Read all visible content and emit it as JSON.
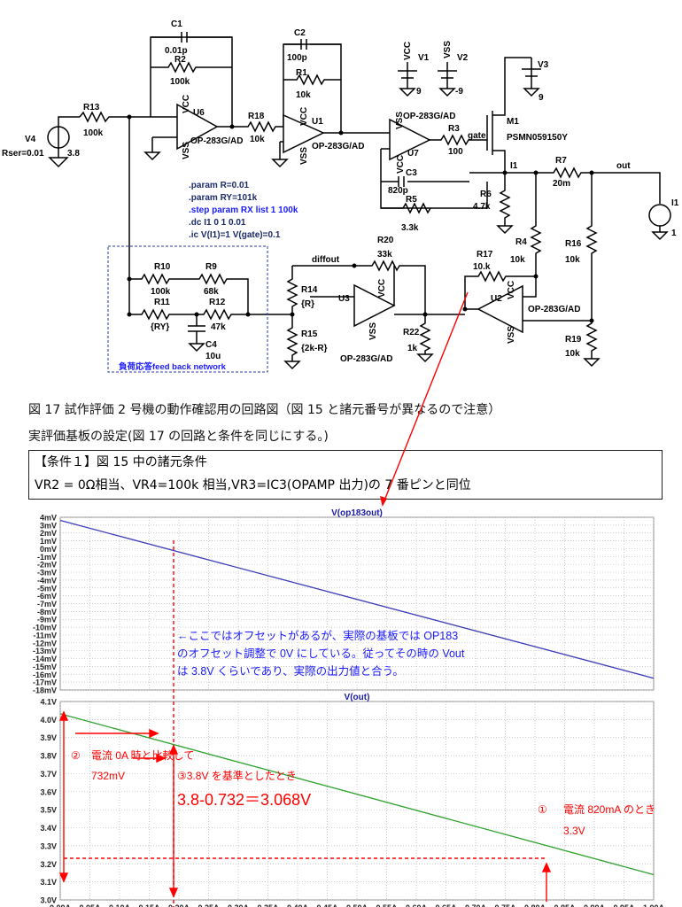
{
  "schematic": {
    "components": {
      "c1_name": "C1",
      "c1_val": "0.01p",
      "r2_name": "R2",
      "r2_val": "100k",
      "c2_name": "C2",
      "c2_val": "100p",
      "r1_name": "R1",
      "r1_val": "10k",
      "r13_name": "R13",
      "r13_val": "100k",
      "v4_name": "V4",
      "v4_ser": "Rser=0.01",
      "v4_val": "3.8",
      "u6_name": "U6",
      "u6_model": "OP-283G/AD",
      "r18_name": "R18",
      "r18_val": "10k",
      "u1_name": "U1",
      "u1_model": "OP-283G/AD",
      "v1_name": "V1",
      "v1_val": "9",
      "v2_name": "V2",
      "v2_val": "-9",
      "v3_name": "V3",
      "v3_val": "9",
      "u7_model_top": "OP-283G/AD",
      "u7_name": "U7",
      "r3_name": "R3",
      "r3_val": "100",
      "m1_name": "M1",
      "m1_model": "PSMN059150Y",
      "gate": "gate",
      "c3_name": "C3",
      "c3_val": "820p",
      "r5_name": "R5",
      "r5_val": "3.3k",
      "i1_net": "I1",
      "r7_name": "R7",
      "r7_val": "20m",
      "out_net": "out",
      "i1_src_name": "I1",
      "i1_src_val": "1",
      "r6_name": "R6",
      "r6_val": "4.7k",
      "r4_name": "R4",
      "r4_val": "10k",
      "r16_name": "R16",
      "r16_val": "10k",
      "r19_name": "R19",
      "r19_val": "10k",
      "r20_name": "R20",
      "r20_val": "33k",
      "diffout": "diffout",
      "r17_name": "R17",
      "r17_val": "10.k",
      "r14_name": "R14",
      "r14_val": "{R}",
      "r15_name": "R15",
      "r15_val": "{2k-R}",
      "u3_name": "U3",
      "u3_model": "OP-283G/AD",
      "u2_name": "U2",
      "u2_model": "OP-283G/AD",
      "r22_name": "R22",
      "r22_val": "1k",
      "r10_name": "R10",
      "r10_val": "100k",
      "r9_name": "R9",
      "r9_val": "68k",
      "r11_name": "R11",
      "r11_val": "{RY}",
      "r12_name": "R12",
      "r12_val": "47k",
      "c4_name": "C4",
      "c4_val": "10u",
      "vcc": "VCC",
      "vss": "VSS"
    },
    "directives": [
      ".param R=0.01",
      ".param RY=101k",
      ".step param RX list 1  100k",
      ".dc I1 0 1 0.01",
      ".ic V(I1)=1 V(gate)=0.1"
    ],
    "network_label": "負荷応答feed back network"
  },
  "caption": {
    "figure": "図 17 試作評価 2 号機の動作確認用の回路図（図 15 と諸元番号が異なるので注意）",
    "setting": "実評価基板の設定(図 17 の回路と条件を同じにする。)",
    "cond_title": "【条件１】図 15 中の諸元条件",
    "cond_body": "VR2 = 0Ω相当、VR4=100k 相当,VR3=IC3(OPAMP 出力)の 7 番ピンと同位"
  },
  "annotations": {
    "offset_note": [
      "←ここではオフセットがあるが、実際の基板では OP183",
      "のオフセット調整で 0V にしている。従ってその時の Vout",
      "は 3.8V くらいであり、実際の出力値と合う。"
    ],
    "note1_num": "①",
    "note1_text": "電流 820mA のとき",
    "note1_val": "3.3V",
    "note2_num": "②",
    "note2_text": "電流 0A 時と比較して",
    "note2_val": "732mV",
    "note3_text": "③3.8V を基準としたとき",
    "formula": "3.8-0.732＝3.068V"
  },
  "chart_data": [
    {
      "type": "line",
      "title": "V(op183out)",
      "series": [
        {
          "name": "V(op183out)",
          "color": "#3b3bb8",
          "points": [
            [
              0,
              3.6
            ],
            [
              1,
              -16.5
            ]
          ]
        }
      ],
      "ylim": [
        -18,
        4
      ],
      "yticks": [
        4,
        3,
        2,
        1,
        0,
        -1,
        -2,
        -3,
        -4,
        -5,
        -6,
        -7,
        -8,
        -9,
        -10,
        -11,
        -12,
        -13,
        -14,
        -15,
        -16,
        -17,
        -18
      ],
      "ytick_labels": [
        "4mV",
        "3mV",
        "2mV",
        "1mV",
        "0mV",
        "-1mV",
        "-2mV",
        "-3mV",
        "-4mV",
        "-5mV",
        "-6mV",
        "-7mV",
        "-8mV",
        "-9mV",
        "-10mV",
        "-11mV",
        "-12mV",
        "-13mV",
        "-14mV",
        "-15mV",
        "-16mV",
        "-17mV",
        "-18mV"
      ],
      "xlim": [
        0,
        1
      ],
      "grid": true
    },
    {
      "type": "line",
      "title": "V(out)",
      "series": [
        {
          "name": "V(out)",
          "color": "#2ea02e",
          "points": [
            [
              0,
              4.032
            ],
            [
              1,
              3.14
            ]
          ]
        }
      ],
      "ylim": [
        3.0,
        4.1
      ],
      "yticks": [
        4.1,
        4.0,
        3.9,
        3.8,
        3.7,
        3.6,
        3.5,
        3.4,
        3.3,
        3.2,
        3.1,
        3.0
      ],
      "ytick_labels": [
        "4.1V",
        "4.0V",
        "3.9V",
        "3.8V",
        "3.7V",
        "3.6V",
        "3.5V",
        "3.4V",
        "3.3V",
        "3.2V",
        "3.1V",
        "3.0V"
      ],
      "xlim": [
        0,
        1
      ],
      "xticks": [
        0,
        0.05,
        0.1,
        0.15,
        0.2,
        0.25,
        0.3,
        0.35,
        0.4,
        0.45,
        0.5,
        0.55,
        0.6,
        0.65,
        0.7,
        0.75,
        0.8,
        0.85,
        0.9,
        0.95,
        1.0
      ],
      "xtick_labels": [
        "0.00A",
        "0.05A",
        "0.10A",
        "0.15A",
        "0.20A",
        "0.25A",
        "0.30A",
        "0.35A",
        "0.40A",
        "0.45A",
        "0.50A",
        "0.55A",
        "0.60A",
        "0.65A",
        "0.70A",
        "0.75A",
        "0.80A",
        "0.85A",
        "0.90A",
        "0.95A",
        "1.00A"
      ],
      "grid": true
    }
  ],
  "colors": {
    "annotation": "#ff0000",
    "note_text": "#1a1aff",
    "blue_trace": "#3b3bb8",
    "green_trace": "#2ea02e"
  }
}
